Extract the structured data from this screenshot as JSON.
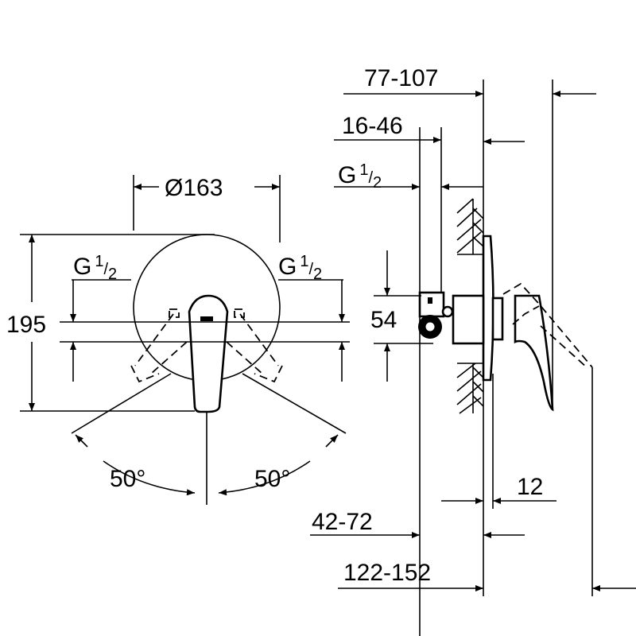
{
  "labels": {
    "diameter": "Ø163",
    "height": "195",
    "thread_left_main": "G",
    "thread_left_frac_num": "1",
    "thread_left_frac_den": "2",
    "thread_right_main": "G",
    "thread_right_frac_num": "1",
    "thread_right_frac_den": "2",
    "thread_side_main": "G",
    "thread_side_frac_num": "1",
    "thread_side_frac_den": "2",
    "angle_left": "50°",
    "angle_right": "50°",
    "depth_total": "77-107",
    "depth_mid": "16-46",
    "pipe_spacing": "54",
    "plate_thickness": "12",
    "depth_pipe": "42-72",
    "depth_overall": "122-152"
  }
}
